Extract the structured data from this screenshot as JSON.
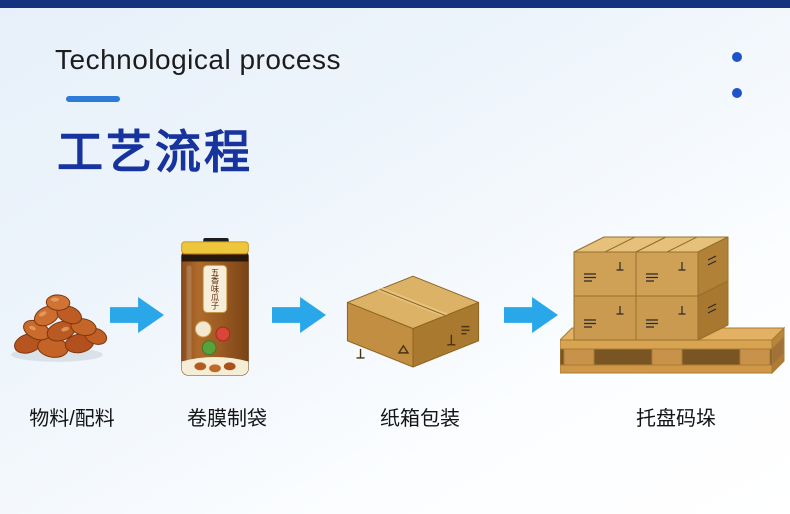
{
  "header": {
    "title_en": "Technological process",
    "title_zh": "工艺流程"
  },
  "steps": [
    {
      "id": "materials",
      "label": "物料/配料",
      "illustration": "nuts-pile"
    },
    {
      "id": "bag-making",
      "label": "卷膜制袋",
      "illustration": "snack-bag"
    },
    {
      "id": "carton-packing",
      "label": "纸箱包装",
      "illustration": "carton-box"
    },
    {
      "id": "palletizing",
      "label": "托盘码垛",
      "illustration": "pallet-stack"
    }
  ],
  "bag": {
    "label": "五香味瓜子"
  },
  "icons": [
    "arrow-right-icon",
    "decor-dot"
  ],
  "colors": {
    "top_bar": "#14337e",
    "heading_accent": "#2d7bd9",
    "title_zh": "#16339e",
    "arrow": "#2aa7e8",
    "dot": "#1d52c9"
  }
}
